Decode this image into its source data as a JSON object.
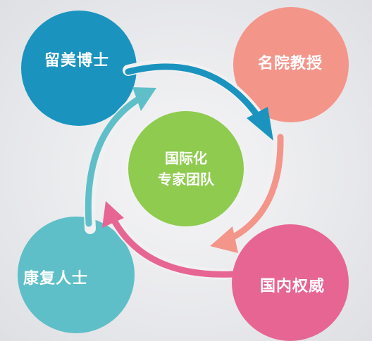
{
  "diagram": {
    "center": {
      "line1": "国际化",
      "line2": "专家团队",
      "color": "#8ecb4e"
    },
    "nodes": {
      "top_left": {
        "label": "留美博士",
        "color": "#1a94bf"
      },
      "top_right": {
        "label": "名院教授",
        "color": "#f4958a"
      },
      "bottom_right": {
        "label": "国内权威",
        "color": "#e76592"
      },
      "bottom_left": {
        "label": "康复人士",
        "color": "#5fbfc8"
      }
    },
    "background": "#e7e8ec"
  }
}
